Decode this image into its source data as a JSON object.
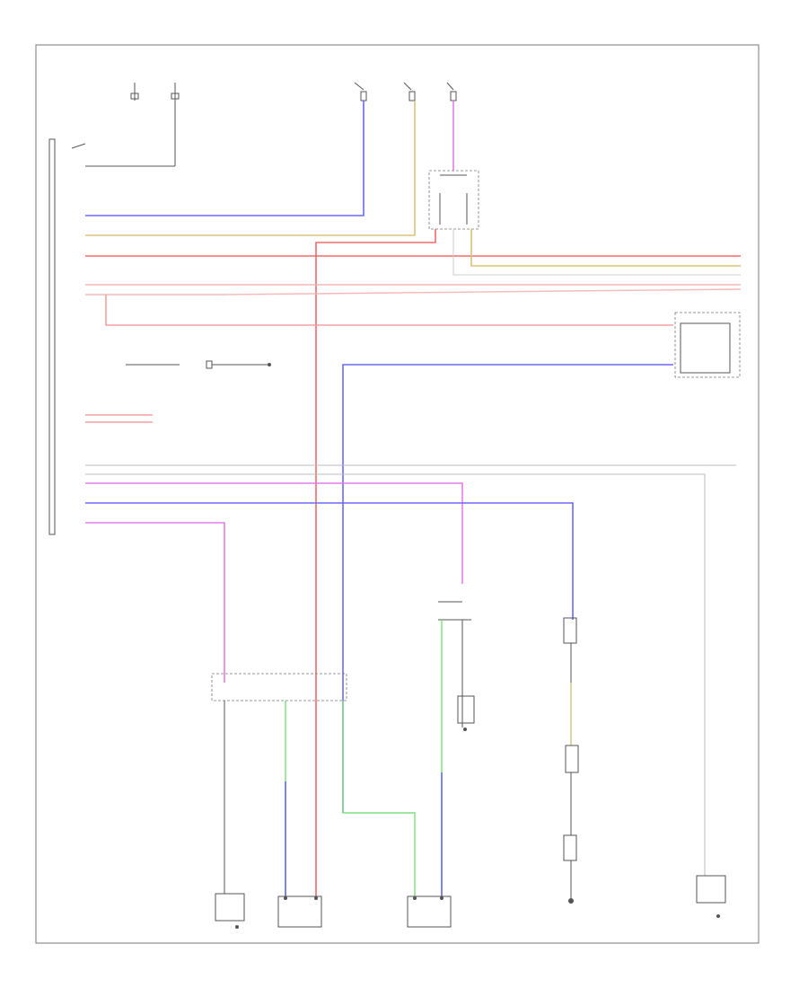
{
  "diagram": {
    "footer_code": "",
    "colors": {
      "blue": "#6a6af2",
      "yellow": "#d8c27a",
      "red": "#f26b6b",
      "pink": "#f7b7b7",
      "magenta": "#e77be7",
      "green": "#7be07b",
      "black": "#555555"
    },
    "components": [
      {
        "id": "top-left-fuse-1",
        "label": ""
      },
      {
        "id": "top-left-fuse-2",
        "label": ""
      },
      {
        "id": "top-fuse-blue",
        "label": ""
      },
      {
        "id": "top-fuse-yellow",
        "label": ""
      },
      {
        "id": "top-fuse-magenta",
        "label": ""
      },
      {
        "id": "relay-block",
        "label": ""
      },
      {
        "id": "transmission-control-module",
        "label": ""
      },
      {
        "id": "junction-block-connector",
        "label": ""
      },
      {
        "id": "left-door-lock-motor",
        "label": ""
      },
      {
        "id": "right-door-lock-motor",
        "label": ""
      },
      {
        "id": "left-door-key-switch",
        "label": ""
      },
      {
        "id": "right-door-key-switch",
        "label": ""
      },
      {
        "id": "luggage-switch",
        "label": ""
      },
      {
        "id": "ground-point",
        "label": ""
      }
    ]
  }
}
